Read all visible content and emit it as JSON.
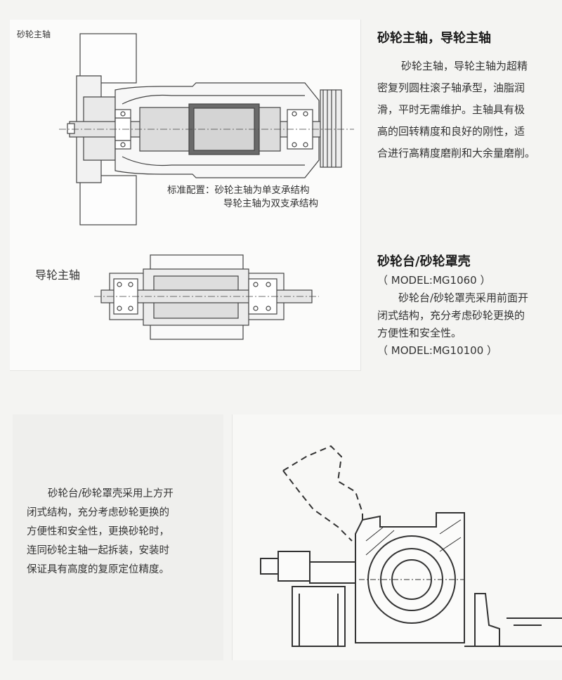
{
  "top_panel": {
    "corner_label": "砂轮主轴",
    "caption_lines": [
      "标准配置：砂轮主轴为单支承结构",
      "导轮主轴为双支承结构"
    ],
    "guide_label": "导轮主轴"
  },
  "section1": {
    "title": "砂轮主轴，导轮主轴",
    "lines": [
      "砂轮主轴，导轮主轴为超精",
      "密复列圆柱滚子轴承型，油脂润",
      "滑，平时无需维护。主轴具有极",
      "高的回转精度和良好的刚性，适",
      "合进行高精度磨削和大余量磨削。"
    ]
  },
  "section2": {
    "title": "砂轮台/砂轮罩壳",
    "model1": "（ MODEL:MG1060 ）",
    "lines": [
      "砂轮台/砂轮罩壳采用前面开",
      "闭式结构，充分考虑砂轮更换的",
      "方便性和安全性。"
    ],
    "model2": "（ MODEL:MG10100 ）"
  },
  "section3": {
    "lines": [
      "砂轮台/砂轮罩壳采用上方开",
      "闭式结构，充分考虑砂轮更换的",
      "方便性和安全性，更换砂轮时，",
      "连同砂轮主轴一起拆装，安装时",
      "保证具有高度的复原定位精度。"
    ]
  }
}
